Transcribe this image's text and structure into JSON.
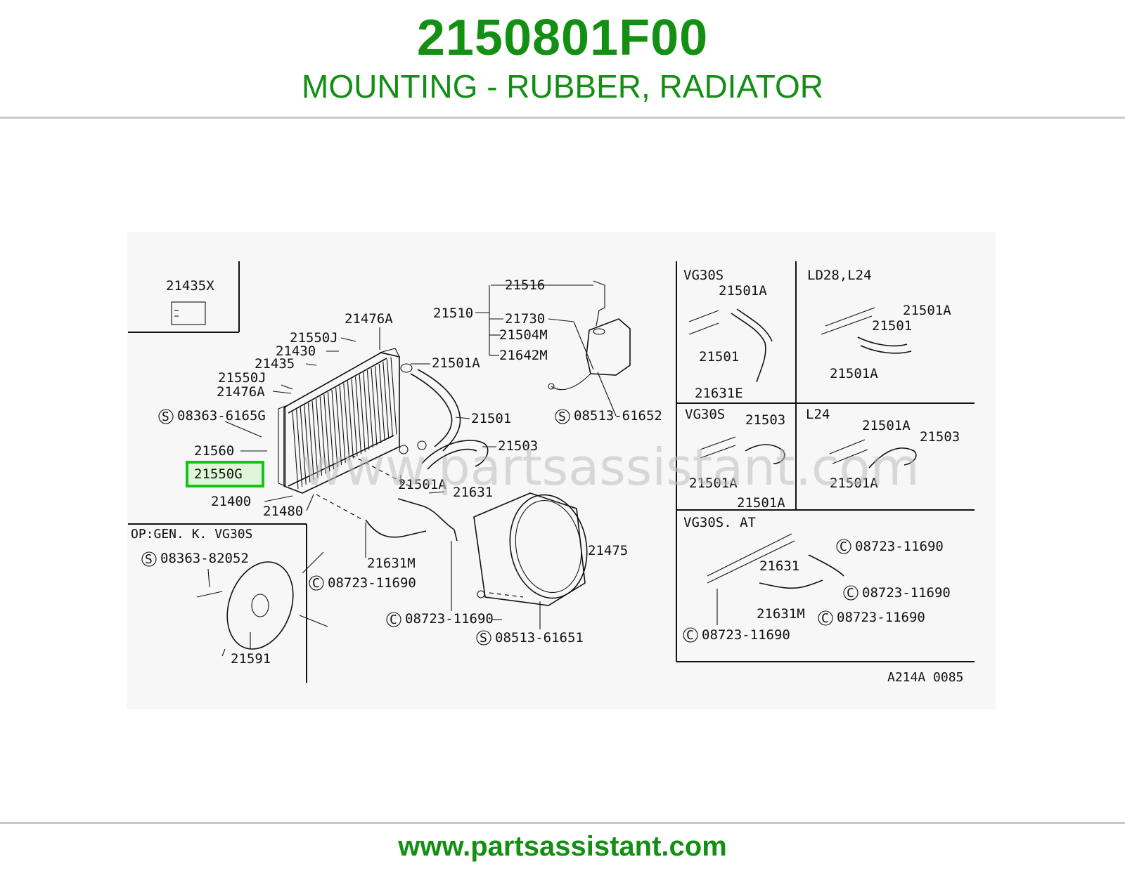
{
  "header": {
    "part_number": "2150801F00",
    "description": "MOUNTING - RUBBER, RADIATOR"
  },
  "footer": {
    "url": "www.partsassistant.com"
  },
  "diagram": {
    "watermark": "www.partsassistant.com",
    "highlighted_part": "21550G",
    "drawing_code": "A214A 0085",
    "callouts": {
      "c21435X": "21435X",
      "c21476A_top": "21476A",
      "c21550J_top": "21550J",
      "c21430": "21430",
      "c21435": "21435",
      "c21550J": "21550J",
      "c21476A": "21476A",
      "c08363_6165G": "08363-6165G",
      "c21560": "21560",
      "c21550G": "21550G",
      "c21400": "21400",
      "c21480": "21480",
      "c21516": "21516",
      "c21510": "21510",
      "c21730": "21730",
      "c21504M": "21504M",
      "c21642M": "21642M",
      "c21501A_main": "21501A",
      "c21501_main": "21501",
      "c21503_main": "21503",
      "c21501A_lower": "21501A",
      "c21631_main": "21631",
      "c08513_61652": "08513-61652",
      "c21475": "21475",
      "c21631M_main": "21631M",
      "c08723_11690_a": "08723-11690",
      "c08723_11690_b": "08723-11690",
      "c08513_61651": "08513-61651",
      "op_title": "OP:GEN. K. VG30S",
      "c08363_82052": "08363-82052",
      "c21591": "21591"
    },
    "insets": {
      "vg30s_top": {
        "title": "VG30S",
        "p1": "21501A",
        "p2": "21501",
        "p3": "21631E"
      },
      "ld28_l24": {
        "title": "LD28,L24",
        "p1": "21501A",
        "p2": "21501",
        "p3": "21501A"
      },
      "vg30s_mid": {
        "title": "VG30S",
        "p1": "21503",
        "p2": "21501A",
        "p3": "21501A"
      },
      "l24": {
        "title": "L24",
        "p1": "21501A",
        "p2": "21503",
        "p3": "21501A"
      },
      "vg30s_at": {
        "title": "VG30S. AT",
        "p1": "08723-11690",
        "p2": "21631",
        "p3": "08723-11690",
        "p4": "21631M",
        "p5": "08723-11690",
        "p6": "08723-11690"
      }
    },
    "circle_letters": {
      "s": "S",
      "c": "C"
    }
  }
}
